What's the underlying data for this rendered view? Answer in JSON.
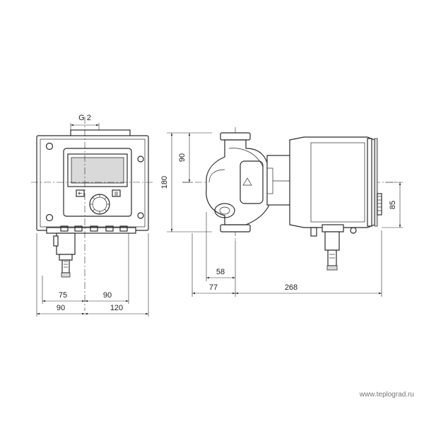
{
  "drawing": {
    "thread_label": "G 2",
    "dimensions": {
      "front_inner_left": "75",
      "front_inner_right": "90",
      "front_outer_left": "90",
      "front_outer_right": "120",
      "side_height_total": "180",
      "side_height_upper": "90",
      "side_left_58": "58",
      "side_left_77": "77",
      "side_length_268": "268",
      "side_right_85": "85"
    }
  },
  "watermark": "www.teplograd.ru"
}
